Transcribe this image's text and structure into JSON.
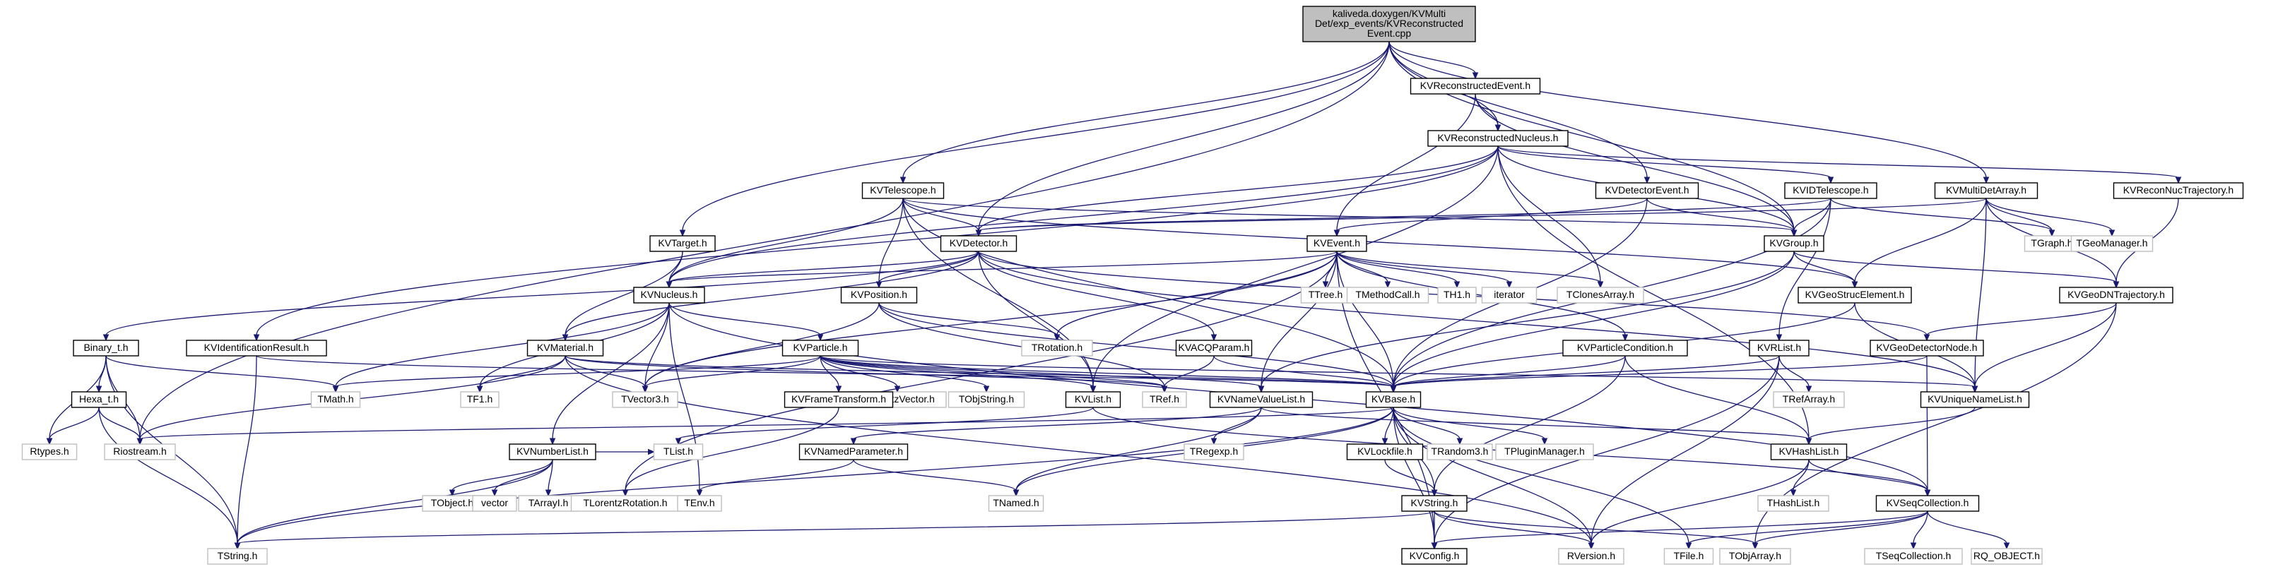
{
  "graph": {
    "root": "kaliveda.doxygen/KVMultiDet/exp_events/KVReconstructedEvent.cpp",
    "colors": {
      "edge": "#191970",
      "root_fill": "#bfbfbf",
      "doc_border": "#000000",
      "nodoc_border": "#bfbfbf"
    },
    "nodes": [
      {
        "id": "root",
        "lines": [
          "kaliveda.doxygen/KVMulti",
          "Det/exp_events/KVReconstructed",
          "Event.cpp"
        ],
        "kind": "root"
      },
      {
        "id": "KVReconstructedEvent.h",
        "lines": [
          "KVReconstructedEvent.h"
        ],
        "kind": "doc"
      },
      {
        "id": "KVReconstructedNucleus.h",
        "lines": [
          "KVReconstructedNucleus.h"
        ],
        "kind": "doc"
      },
      {
        "id": "KVTelescope.h",
        "lines": [
          "KVTelescope.h"
        ],
        "kind": "doc"
      },
      {
        "id": "KVTarget.h",
        "lines": [
          "KVTarget.h"
        ],
        "kind": "doc"
      },
      {
        "id": "KVDetectorEvent.h",
        "lines": [
          "KVDetectorEvent.h"
        ],
        "kind": "doc"
      },
      {
        "id": "KVIDTelescope.h",
        "lines": [
          "KVIDTelescope.h"
        ],
        "kind": "doc"
      },
      {
        "id": "KVMultiDetArray.h",
        "lines": [
          "KVMultiDetArray.h"
        ],
        "kind": "doc"
      },
      {
        "id": "KVReconNucTrajectory.h",
        "lines": [
          "KVReconNucTrajectory.h"
        ],
        "kind": "doc"
      },
      {
        "id": "KVDetector.h",
        "lines": [
          "KVDetector.h"
        ],
        "kind": "doc"
      },
      {
        "id": "KVEvent.h",
        "lines": [
          "KVEvent.h"
        ],
        "kind": "doc"
      },
      {
        "id": "KVGroup.h",
        "lines": [
          "KVGroup.h"
        ],
        "kind": "doc"
      },
      {
        "id": "TGraph.h",
        "lines": [
          "TGraph.h"
        ],
        "kind": "ext"
      },
      {
        "id": "TGeoManager.h",
        "lines": [
          "TGeoManager.h"
        ],
        "kind": "ext"
      },
      {
        "id": "KVNucleus.h",
        "lines": [
          "KVNucleus.h"
        ],
        "kind": "doc"
      },
      {
        "id": "KVPosition.h",
        "lines": [
          "KVPosition.h"
        ],
        "kind": "doc"
      },
      {
        "id": "TTree.h",
        "lines": [
          "TTree.h"
        ],
        "kind": "ext"
      },
      {
        "id": "TMethodCall.h",
        "lines": [
          "TMethodCall.h"
        ],
        "kind": "ext"
      },
      {
        "id": "TH1.h",
        "lines": [
          "TH1.h"
        ],
        "kind": "ext"
      },
      {
        "id": "iterator",
        "lines": [
          "iterator"
        ],
        "kind": "ext"
      },
      {
        "id": "TClonesArray.h",
        "lines": [
          "TClonesArray.h"
        ],
        "kind": "ext"
      },
      {
        "id": "KVGeoStrucElement.h",
        "lines": [
          "KVGeoStrucElement.h"
        ],
        "kind": "doc"
      },
      {
        "id": "KVGeoDNTrajectory.h",
        "lines": [
          "KVGeoDNTrajectory.h"
        ],
        "kind": "doc"
      },
      {
        "id": "Binary_t.h",
        "lines": [
          "Binary_t.h"
        ],
        "kind": "doc"
      },
      {
        "id": "KVIdentificationResult.h",
        "lines": [
          "KVIdentificationResult.h"
        ],
        "kind": "doc"
      },
      {
        "id": "KVMaterial.h",
        "lines": [
          "KVMaterial.h"
        ],
        "kind": "doc"
      },
      {
        "id": "KVParticle.h",
        "lines": [
          "KVParticle.h"
        ],
        "kind": "doc"
      },
      {
        "id": "TRotation.h",
        "lines": [
          "TRotation.h"
        ],
        "kind": "ext"
      },
      {
        "id": "KVACQParam.h",
        "lines": [
          "KVACQParam.h"
        ],
        "kind": "doc"
      },
      {
        "id": "KVParticleCondition.h",
        "lines": [
          "KVParticleCondition.h"
        ],
        "kind": "doc"
      },
      {
        "id": "KVGeoDetectorNode.h",
        "lines": [
          "KVGeoDetectorNode.h"
        ],
        "kind": "doc"
      },
      {
        "id": "KVRList.h",
        "lines": [
          "KVRList.h"
        ],
        "kind": "doc"
      },
      {
        "id": "Hexa_t.h",
        "lines": [
          "Hexa_t.h"
        ],
        "kind": "doc"
      },
      {
        "id": "TMath.h",
        "lines": [
          "TMath.h"
        ],
        "kind": "ext"
      },
      {
        "id": "TF1.h",
        "lines": [
          "TF1.h"
        ],
        "kind": "ext"
      },
      {
        "id": "TVector3.h",
        "lines": [
          "TVector3.h"
        ],
        "kind": "ext"
      },
      {
        "id": "TLorentzVector.h",
        "lines": [
          "TLorentzVector.h"
        ],
        "kind": "ext"
      },
      {
        "id": "TObjString.h",
        "lines": [
          "TObjString.h"
        ],
        "kind": "ext"
      },
      {
        "id": "KVList.h",
        "lines": [
          "KVList.h"
        ],
        "kind": "doc"
      },
      {
        "id": "TRef.h",
        "lines": [
          "TRef.h"
        ],
        "kind": "ext"
      },
      {
        "id": "KVNameValueList.h",
        "lines": [
          "KVNameValueList.h"
        ],
        "kind": "doc"
      },
      {
        "id": "KVBase.h",
        "lines": [
          "KVBase.h"
        ],
        "kind": "doc"
      },
      {
        "id": "TRefArray.h",
        "lines": [
          "TRefArray.h"
        ],
        "kind": "ext"
      },
      {
        "id": "KVUniqueNameList.h",
        "lines": [
          "KVUniqueNameList.h"
        ],
        "kind": "doc"
      },
      {
        "id": "KVNumberList.h",
        "lines": [
          "KVNumberList.h"
        ],
        "kind": "doc"
      },
      {
        "id": "KVFrameTransform.h",
        "lines": [
          "KVFrameTransform.h"
        ],
        "kind": "doc"
      },
      {
        "id": "Rtypes.h",
        "lines": [
          "Rtypes.h"
        ],
        "kind": "ext"
      },
      {
        "id": "Riostream.h",
        "lines": [
          "Riostream.h"
        ],
        "kind": "ext"
      },
      {
        "id": "TObject.h",
        "lines": [
          "TObject.h"
        ],
        "kind": "ext"
      },
      {
        "id": "vector",
        "lines": [
          "vector"
        ],
        "kind": "ext"
      },
      {
        "id": "TArrayI.h",
        "lines": [
          "TArrayI.h"
        ],
        "kind": "ext"
      },
      {
        "id": "TLorentzRotation.h",
        "lines": [
          "TLorentzRotation.h"
        ],
        "kind": "ext"
      },
      {
        "id": "TList.h",
        "lines": [
          "TList.h"
        ],
        "kind": "ext"
      },
      {
        "id": "KVNamedParameter.h",
        "lines": [
          "KVNamedParameter.h"
        ],
        "kind": "doc"
      },
      {
        "id": "TRegexp.h",
        "lines": [
          "TRegexp.h"
        ],
        "kind": "ext"
      },
      {
        "id": "KVLockfile.h",
        "lines": [
          "KVLockfile.h"
        ],
        "kind": "doc"
      },
      {
        "id": "TRandom3.h",
        "lines": [
          "TRandom3.h"
        ],
        "kind": "ext"
      },
      {
        "id": "TPluginManager.h",
        "lines": [
          "TPluginManager.h"
        ],
        "kind": "ext"
      },
      {
        "id": "KVHashList.h",
        "lines": [
          "KVHashList.h"
        ],
        "kind": "doc"
      },
      {
        "id": "TNamed.h",
        "lines": [
          "TNamed.h"
        ],
        "kind": "ext"
      },
      {
        "id": "TEnv.h",
        "lines": [
          "TEnv.h"
        ],
        "kind": "ext"
      },
      {
        "id": "KVString.h",
        "lines": [
          "KVString.h"
        ],
        "kind": "doc"
      },
      {
        "id": "THashList.h",
        "lines": [
          "THashList.h"
        ],
        "kind": "ext"
      },
      {
        "id": "KVSeqCollection.h",
        "lines": [
          "KVSeqCollection.h"
        ],
        "kind": "doc"
      },
      {
        "id": "TString.h",
        "lines": [
          "TString.h"
        ],
        "kind": "ext"
      },
      {
        "id": "KVConfig.h",
        "lines": [
          "KVConfig.h"
        ],
        "kind": "doc"
      },
      {
        "id": "RVersion.h",
        "lines": [
          "RVersion.h"
        ],
        "kind": "ext"
      },
      {
        "id": "TFile.h",
        "lines": [
          "TFile.h"
        ],
        "kind": "ext"
      },
      {
        "id": "TObjArray.h",
        "lines": [
          "TObjArray.h"
        ],
        "kind": "ext"
      },
      {
        "id": "TSeqCollection.h",
        "lines": [
          "TSeqCollection.h"
        ],
        "kind": "ext"
      },
      {
        "id": "RQ_OBJECT.h",
        "lines": [
          "RQ_OBJECT.h"
        ],
        "kind": "ext"
      }
    ],
    "edges": [
      [
        "root",
        "KVReconstructedEvent.h"
      ],
      [
        "root",
        "KVReconstructedNucleus.h"
      ],
      [
        "root",
        "KVTelescope.h"
      ],
      [
        "root",
        "KVTarget.h"
      ],
      [
        "root",
        "KVDetectorEvent.h"
      ],
      [
        "root",
        "KVMultiDetArray.h"
      ],
      [
        "root",
        "KVDetector.h"
      ],
      [
        "root",
        "KVGroup.h"
      ],
      [
        "root",
        "Riostream.h"
      ],
      [
        "KVReconstructedEvent.h",
        "KVReconstructedNucleus.h"
      ],
      [
        "KVReconstructedEvent.h",
        "KVEvent.h"
      ],
      [
        "KVReconstructedEvent.h",
        "KVGroup.h"
      ],
      [
        "KVReconstructedNucleus.h",
        "KVIDTelescope.h"
      ],
      [
        "KVReconstructedNucleus.h",
        "KVReconNucTrajectory.h"
      ],
      [
        "KVReconstructedNucleus.h",
        "KVDetector.h"
      ],
      [
        "KVReconstructedNucleus.h",
        "KVGroup.h"
      ],
      [
        "KVReconstructedNucleus.h",
        "KVNucleus.h"
      ],
      [
        "KVReconstructedNucleus.h",
        "TClonesArray.h"
      ],
      [
        "KVReconstructedNucleus.h",
        "KVIdentificationResult.h"
      ],
      [
        "KVReconstructedNucleus.h",
        "KVList.h"
      ],
      [
        "KVReconstructedNucleus.h",
        "KVHashList.h"
      ],
      [
        "KVTelescope.h",
        "KVDetector.h"
      ],
      [
        "KVTelescope.h",
        "KVPosition.h"
      ],
      [
        "KVTelescope.h",
        "KVNucleus.h"
      ],
      [
        "KVTelescope.h",
        "KVGroup.h"
      ],
      [
        "KVTelescope.h",
        "KVList.h"
      ],
      [
        "KVTelescope.h",
        "KVGeoStrucElement.h"
      ],
      [
        "KVTelescope.h",
        "KVBase.h"
      ],
      [
        "KVTarget.h",
        "KVNucleus.h"
      ],
      [
        "KVTarget.h",
        "KVMaterial.h"
      ],
      [
        "KVDetectorEvent.h",
        "KVGroup.h"
      ],
      [
        "KVDetectorEvent.h",
        "KVBase.h"
      ],
      [
        "KVDetectorEvent.h",
        "KVEvent.h"
      ],
      [
        "KVIDTelescope.h",
        "KVGroup.h"
      ],
      [
        "KVIDTelescope.h",
        "KVDetector.h"
      ],
      [
        "KVIDTelescope.h",
        "TGraph.h"
      ],
      [
        "KVIDTelescope.h",
        "KVBase.h"
      ],
      [
        "KVIDTelescope.h",
        "KVRList.h"
      ],
      [
        "KVMultiDetArray.h",
        "KVDetector.h"
      ],
      [
        "KVMultiDetArray.h",
        "TGraph.h"
      ],
      [
        "KVMultiDetArray.h",
        "TGeoManager.h"
      ],
      [
        "KVMultiDetArray.h",
        "KVGeoDNTrajectory.h"
      ],
      [
        "KVMultiDetArray.h",
        "KVUniqueNameList.h"
      ],
      [
        "KVMultiDetArray.h",
        "KVGeoStrucElement.h"
      ],
      [
        "KVReconNucTrajectory.h",
        "KVGeoDNTrajectory.h"
      ],
      [
        "KVDetector.h",
        "KVNucleus.h"
      ],
      [
        "KVDetector.h",
        "KVPosition.h"
      ],
      [
        "KVDetector.h",
        "KVMaterial.h"
      ],
      [
        "KVDetector.h",
        "KVACQParam.h"
      ],
      [
        "KVDetector.h",
        "KVList.h"
      ],
      [
        "KVDetector.h",
        "KVGeoDetectorNode.h"
      ],
      [
        "KVDetector.h",
        "Binary_t.h"
      ],
      [
        "KVDetector.h",
        "KVUniqueNameList.h"
      ],
      [
        "KVEvent.h",
        "KVNucleus.h"
      ],
      [
        "KVEvent.h",
        "TTree.h"
      ],
      [
        "KVEvent.h",
        "TMethodCall.h"
      ],
      [
        "KVEvent.h",
        "TH1.h"
      ],
      [
        "KVEvent.h",
        "iterator"
      ],
      [
        "KVEvent.h",
        "TClonesArray.h"
      ],
      [
        "KVEvent.h",
        "KVParticleCondition.h"
      ],
      [
        "KVEvent.h",
        "KVBase.h"
      ],
      [
        "KVEvent.h",
        "TRotation.h"
      ],
      [
        "KVEvent.h",
        "KVNameValueList.h"
      ],
      [
        "KVEvent.h",
        "TLorentzRotation.h"
      ],
      [
        "KVEvent.h",
        "TVector3.h"
      ],
      [
        "KVEvent.h",
        "KVConfig.h"
      ],
      [
        "KVGroup.h",
        "KVGeoStrucElement.h"
      ],
      [
        "KVGroup.h",
        "KVGeoDNTrajectory.h"
      ],
      [
        "KVGroup.h",
        "KVBase.h"
      ],
      [
        "KVGroup.h",
        "KVNameValueList.h"
      ],
      [
        "KVNucleus.h",
        "KVParticle.h"
      ],
      [
        "KVNucleus.h",
        "KVNumberList.h"
      ],
      [
        "KVNucleus.h",
        "TMath.h"
      ],
      [
        "KVNucleus.h",
        "TVector3.h"
      ],
      [
        "KVNucleus.h",
        "TEnv.h"
      ],
      [
        "KVNucleus.h",
        "KVSeqCollection.h"
      ],
      [
        "KVNucleus.h",
        "TF1.h"
      ],
      [
        "KVPosition.h",
        "TVector3.h"
      ],
      [
        "KVPosition.h",
        "TRotation.h"
      ],
      [
        "KVPosition.h",
        "KVBase.h"
      ],
      [
        "KVPosition.h",
        "TRef.h"
      ],
      [
        "KVGeoStrucElement.h",
        "KVBase.h"
      ],
      [
        "KVGeoStrucElement.h",
        "KVUniqueNameList.h"
      ],
      [
        "KVGeoDNTrajectory.h",
        "KVGeoDetectorNode.h"
      ],
      [
        "KVGeoDNTrajectory.h",
        "KVUniqueNameList.h"
      ],
      [
        "KVGeoDNTrajectory.h",
        "TObjArray.h"
      ],
      [
        "Binary_t.h",
        "Hexa_t.h"
      ],
      [
        "Binary_t.h",
        "Rtypes.h"
      ],
      [
        "Binary_t.h",
        "Riostream.h"
      ],
      [
        "Binary_t.h",
        "TString.h"
      ],
      [
        "Binary_t.h",
        "TMath.h"
      ],
      [
        "KVIdentificationResult.h",
        "KVBase.h"
      ],
      [
        "KVIdentificationResult.h",
        "TString.h"
      ],
      [
        "KVMaterial.h",
        "KVBase.h"
      ],
      [
        "KVMaterial.h",
        "TF1.h"
      ],
      [
        "KVMaterial.h",
        "TVector3.h"
      ],
      [
        "KVMaterial.h",
        "RVersion.h"
      ],
      [
        "KVMaterial.h",
        "Riostream.h"
      ],
      [
        "KVMaterial.h",
        "TRef.h"
      ],
      [
        "KVParticle.h",
        "TVector3.h"
      ],
      [
        "KVParticle.h",
        "TLorentzVector.h"
      ],
      [
        "KVParticle.h",
        "KVList.h"
      ],
      [
        "KVParticle.h",
        "TObjString.h"
      ],
      [
        "KVParticle.h",
        "KVBase.h"
      ],
      [
        "KVParticle.h",
        "KVFrameTransform.h"
      ],
      [
        "KVParticle.h",
        "TRef.h"
      ],
      [
        "KVParticle.h",
        "KVNameValueList.h"
      ],
      [
        "KVParticle.h",
        "KVUniqueNameList.h"
      ],
      [
        "KVParticle.h",
        "TMath.h"
      ],
      [
        "KVACQParam.h",
        "KVBase.h"
      ],
      [
        "KVACQParam.h",
        "TRef.h"
      ],
      [
        "KVParticleCondition.h",
        "KVBase.h"
      ],
      [
        "KVParticleCondition.h",
        "KVString.h"
      ],
      [
        "KVParticleCondition.h",
        "KVHashList.h"
      ],
      [
        "KVGeoDetectorNode.h",
        "KVBase.h"
      ],
      [
        "KVGeoDetectorNode.h",
        "KVSeqCollection.h"
      ],
      [
        "KVRList.h",
        "KVBase.h"
      ],
      [
        "KVRList.h",
        "TRefArray.h"
      ],
      [
        "KVRList.h",
        "KVConfig.h"
      ],
      [
        "KVRList.h",
        "RVersion.h"
      ],
      [
        "Hexa_t.h",
        "Rtypes.h"
      ],
      [
        "Hexa_t.h",
        "Riostream.h"
      ],
      [
        "Hexa_t.h",
        "TString.h"
      ],
      [
        "KVList.h",
        "TList.h"
      ],
      [
        "KVList.h",
        "KVSeqCollection.h"
      ],
      [
        "KVNameValueList.h",
        "KVNamedParameter.h"
      ],
      [
        "KVNameValueList.h",
        "KVHashList.h"
      ],
      [
        "KVNameValueList.h",
        "TRegexp.h"
      ],
      [
        "KVNameValueList.h",
        "TNamed.h"
      ],
      [
        "KVBase.h",
        "KVLockfile.h"
      ],
      [
        "KVBase.h",
        "TRandom3.h"
      ],
      [
        "KVBase.h",
        "TPluginManager.h"
      ],
      [
        "KVBase.h",
        "RVersion.h"
      ],
      [
        "KVBase.h",
        "KVConfig.h"
      ],
      [
        "KVBase.h",
        "TNamed.h"
      ],
      [
        "KVBase.h",
        "TFile.h"
      ],
      [
        "KVBase.h",
        "TString.h"
      ],
      [
        "KVBase.h",
        "Riostream.h"
      ],
      [
        "KVBase.h",
        "KVString.h"
      ],
      [
        "KVUniqueNameList.h",
        "KVHashList.h"
      ],
      [
        "KVNumberList.h",
        "TObject.h"
      ],
      [
        "KVNumberList.h",
        "vector"
      ],
      [
        "KVNumberList.h",
        "TArrayI.h"
      ],
      [
        "KVNumberList.h",
        "TString.h"
      ],
      [
        "KVNumberList.h",
        "TList.h"
      ],
      [
        "KVFrameTransform.h",
        "TLorentzRotation.h"
      ],
      [
        "KVNamedParameter.h",
        "TNamed.h"
      ],
      [
        "KVNamedParameter.h",
        "TEnv.h"
      ],
      [
        "KVLockfile.h",
        "KVString.h"
      ],
      [
        "KVHashList.h",
        "THashList.h"
      ],
      [
        "KVHashList.h",
        "KVSeqCollection.h"
      ],
      [
        "KVHashList.h",
        "RVersion.h"
      ],
      [
        "KVString.h",
        "TString.h"
      ],
      [
        "KVString.h",
        "KVConfig.h"
      ],
      [
        "KVString.h",
        "RVersion.h"
      ],
      [
        "KVString.h",
        "TObjArray.h"
      ],
      [
        "KVSeqCollection.h",
        "KVConfig.h"
      ],
      [
        "KVSeqCollection.h",
        "TSeqCollection.h"
      ],
      [
        "KVSeqCollection.h",
        "RQ_OBJECT.h"
      ],
      [
        "KVSeqCollection.h",
        "TFile.h"
      ],
      [
        "KVSeqCollection.h",
        "TObjArray.h"
      ]
    ]
  }
}
